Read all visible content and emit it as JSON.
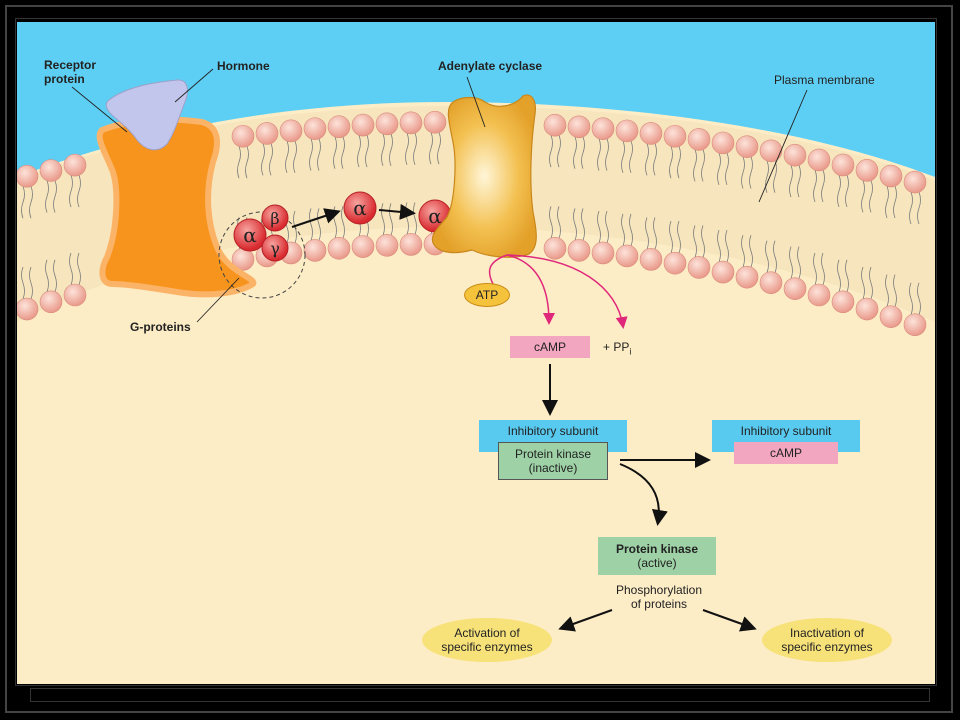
{
  "labels": {
    "receptor_protein_line1": "Receptor",
    "receptor_protein_line2": "protein",
    "hormone": "Hormone",
    "adenylate_cyclase": "Adenylate cyclase",
    "plasma_membrane": "Plasma membrane",
    "g_proteins": "G-proteins",
    "atp": "ATP",
    "camp": "cAMP",
    "pp_i_prefix": "+ PP",
    "pp_i_sub": "i",
    "inhibitory_subunit": "Inhibitory subunit",
    "protein_kinase_inactive_line1": "Protein kinase",
    "protein_kinase_inactive_line2": "(inactive)",
    "inhibitory_subunit_right": "Inhibitory subunit",
    "camp_right": "cAMP",
    "protein_kinase_active_line1": "Protein kinase",
    "protein_kinase_active_line2": "(active)",
    "phosphorylation_line1": "Phosphorylation",
    "phosphorylation_line2": "of proteins",
    "activation_line1": "Activation of",
    "activation_line2": "specific enzymes",
    "inactivation_line1": "Inactivation of",
    "inactivation_line2": "specific enzymes"
  },
  "subunits": {
    "alpha": "α",
    "beta": "β",
    "gamma": "γ"
  },
  "colors": {
    "extracellular": "#5ecff4",
    "cytoplasm": "#fdedc7",
    "membrane_interior": "#f7e6bd",
    "lipid_head": "#f4b9a8",
    "receptor": "#f7941d",
    "hormone": "#c3c6ec",
    "adenylate_cyclase": "#f0b43c",
    "g_protein": "#e8353a",
    "reaction_arrow": "#e0287a"
  }
}
